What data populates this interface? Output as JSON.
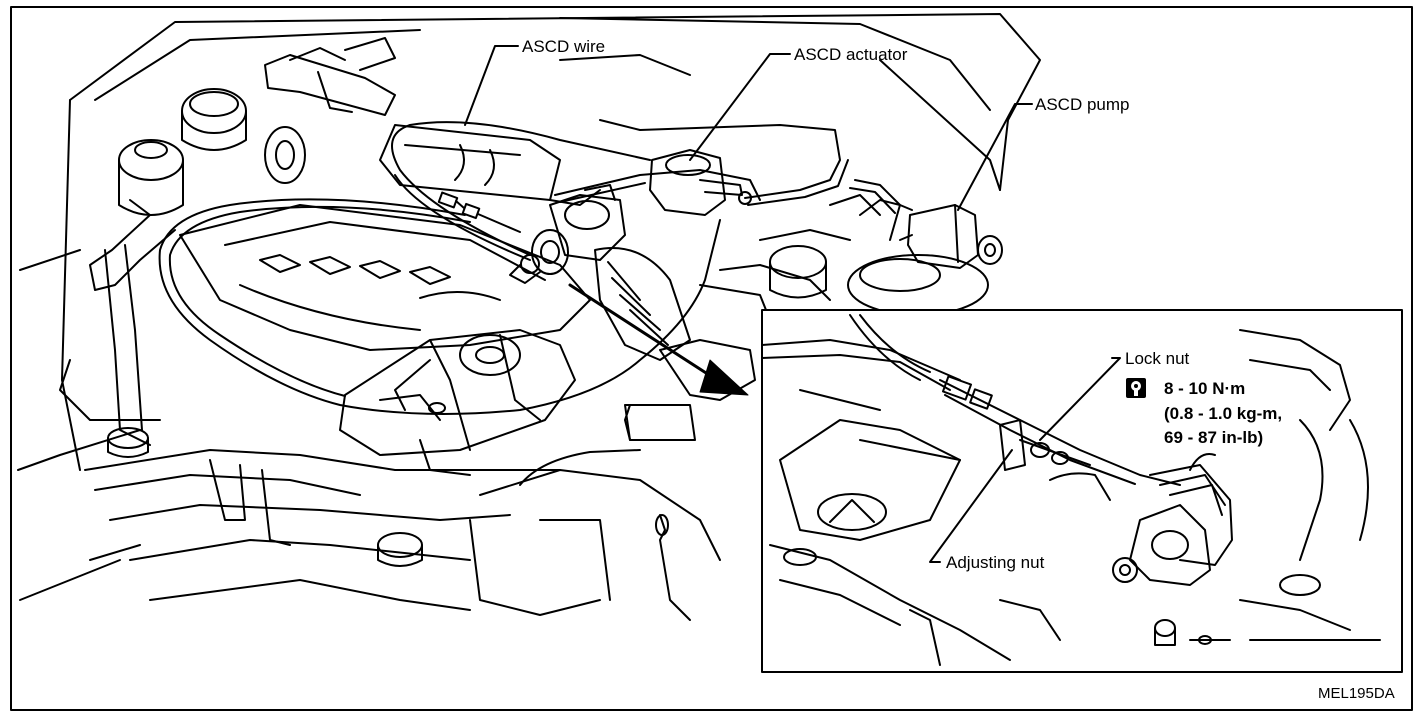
{
  "labels": {
    "ascd_wire": "ASCD wire",
    "ascd_actuator": "ASCD actuator",
    "ascd_pump": "ASCD pump",
    "lock_nut": "Lock nut",
    "adjusting_nut": "Adjusting nut",
    "torque_nm": "8 - 10 N·m",
    "torque_kgm": "(0.8 - 1.0 kg-m,",
    "torque_inlb": "69 - 87 in-lb)"
  },
  "figure_code": "MEL195DA",
  "icons": {
    "torque": "torque-wrench-icon"
  }
}
